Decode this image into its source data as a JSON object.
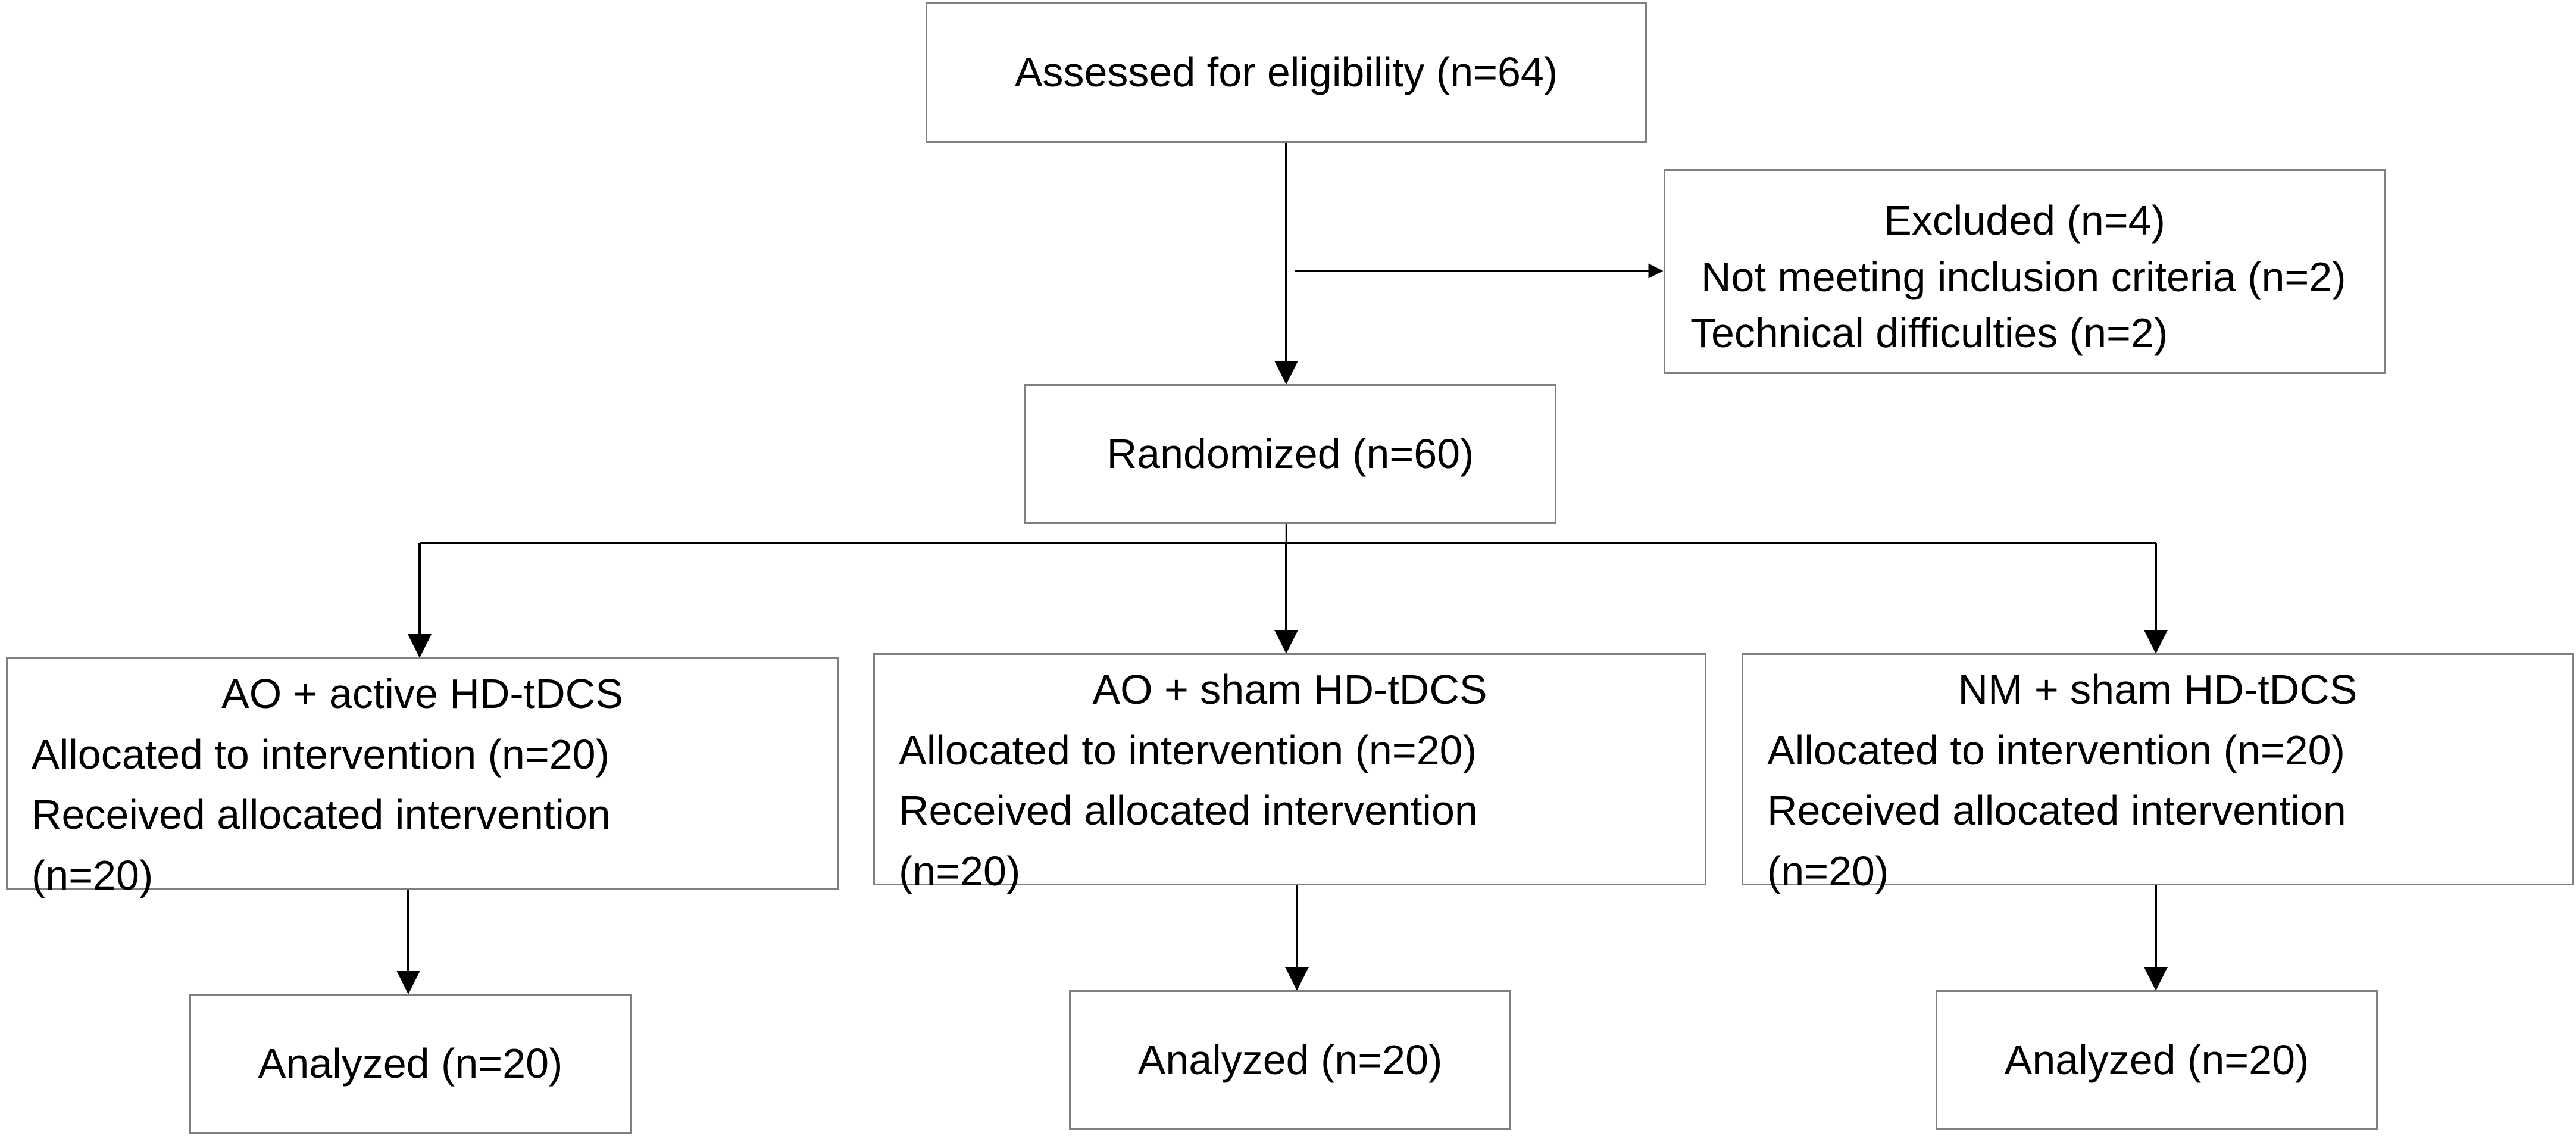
{
  "flowchart": {
    "assessed": "Assessed for eligibility (n=64)",
    "excluded": {
      "title": "Excluded (n=4)",
      "reason_1": "Not meeting inclusion  criteria (n=2)",
      "reason_2": "Technical difficulties (n=2)"
    },
    "randomized": "Randomized (n=60)",
    "arms": [
      {
        "title": "AO + active HD-tDCS",
        "allocated": "Allocated to intervention (n=20)",
        "received": "Received allocated intervention",
        "received_n": "(n=20)",
        "analyzed": "Analyzed (n=20)"
      },
      {
        "title": "AO + sham HD-tDCS",
        "allocated": "Allocated to intervention (n=20)",
        "received": "Received allocated intervention",
        "received_n": "(n=20)",
        "analyzed": "Analyzed (n=20)"
      },
      {
        "title": "NM + sham HD-tDCS",
        "allocated": "Allocated to intervention (n=20)",
        "received": "Received allocated intervention",
        "received_n": "(n=20)",
        "analyzed": "Analyzed (n=20)"
      }
    ],
    "line_color": "#000000",
    "border_color": "#7f7f7f"
  }
}
